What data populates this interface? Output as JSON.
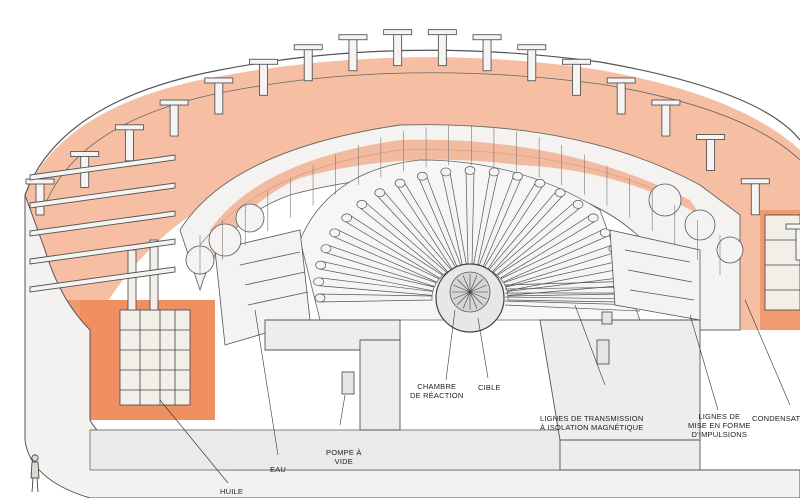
{
  "labels": {
    "chambre_reaction": [
      "CHAMBRE",
      "DE RÉACTION"
    ],
    "cible": "CIBLE",
    "lignes_transmission": [
      "LIGNES DE TRANSMISSION",
      "À ISOLATION MAGNÉTIQUE"
    ],
    "lignes_mise_en_forme": [
      "LIGNES DE",
      "MISE EN FORME",
      "D'IMPULSIONS"
    ],
    "condensateurs": "CONDENSATE",
    "pompe_a_vide": [
      "POMPE À",
      "VIDE"
    ],
    "eau": "EAU",
    "huile": "HUILE"
  },
  "colors": {
    "oil_orange": "#f0a07a",
    "oil_light": "#f7c9ae",
    "structure": "#f4f3f1",
    "line": "#555555"
  }
}
